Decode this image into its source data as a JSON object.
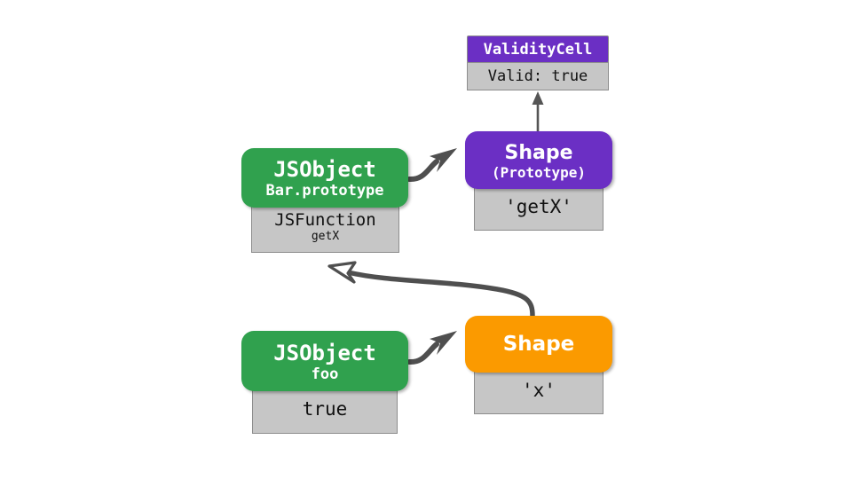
{
  "diagram": {
    "title": "JSObject / Shape / ValidityCell prototype diagram",
    "background_color": "#ffffff",
    "colors": {
      "purple": "#6B2FC4",
      "green": "#30A14E",
      "orange": "#FB9A00",
      "gray_body": "#c6c6c6",
      "gray_border": "#8d8d8d",
      "arrow": "#555555",
      "text_light": "#ffffff",
      "text_dark": "#101010"
    },
    "nodes": {
      "validity_cell": {
        "header_title": "ValidityCell",
        "body_text": "Valid: true"
      },
      "shape_prototype": {
        "header_title": "Shape",
        "header_subtitle": "(Prototype)",
        "body_text": "'getX'"
      },
      "bar_prototype": {
        "header_title": "JSObject",
        "header_subtitle": "Bar.prototype",
        "body_main": "JSFunction",
        "body_sub": "getX"
      },
      "foo_object": {
        "header_title": "JSObject",
        "header_subtitle": "foo",
        "body_text": "true"
      },
      "shape": {
        "header_title": "Shape",
        "body_text": "'x'"
      }
    },
    "arrows": [
      {
        "name": "shape-prototype-to-validitycell",
        "from": "shape_prototype",
        "to": "validity_cell",
        "style": "straight-filled-head"
      },
      {
        "name": "bar-prototype-to-shape-prototype",
        "from": "bar_prototype",
        "to": "shape_prototype",
        "style": "curved-filled-head"
      },
      {
        "name": "foo-to-shape",
        "from": "foo_object",
        "to": "shape",
        "style": "curved-filled-head"
      },
      {
        "name": "shape-to-bar-prototype-body",
        "from": "shape",
        "to": "bar_prototype",
        "style": "curved-hollow-head"
      }
    ]
  }
}
